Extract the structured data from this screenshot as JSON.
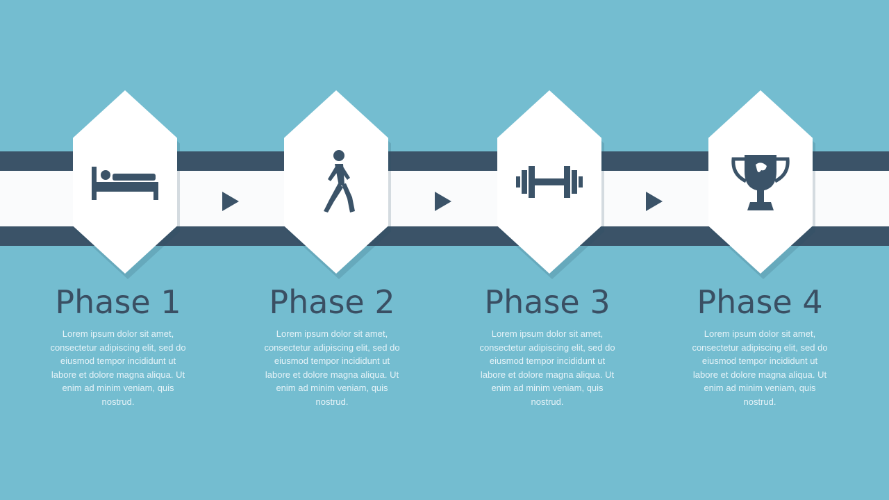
{
  "colors": {
    "background": "#74bdd0",
    "band_dark": "#3b5368",
    "band_light": "#fafbfc",
    "title": "#3a4f63",
    "body_text": "#e6f3f8"
  },
  "phases": [
    {
      "title": "Phase 1",
      "icon": "bed-icon",
      "body": "Lorem ipsum dolor sit amet, consectetur adipiscing elit, sed do eiusmod tempor incididunt ut labore et dolore magna aliqua. Ut enim ad minim veniam, quis nostrud."
    },
    {
      "title": "Phase 2",
      "icon": "walking-person-icon",
      "body": "Lorem ipsum dolor sit amet, consectetur adipiscing elit, sed do eiusmod tempor incididunt ut labore et dolore magna aliqua. Ut enim ad minim veniam, quis nostrud."
    },
    {
      "title": "Phase 3",
      "icon": "dumbbell-icon",
      "body": "Lorem ipsum dolor sit amet, consectetur adipiscing elit, sed do eiusmod tempor incididunt ut labore et dolore magna aliqua. Ut enim ad minim veniam, quis nostrud."
    },
    {
      "title": "Phase 4",
      "icon": "trophy-icon",
      "body": "Lorem ipsum dolor sit amet, consectetur adipiscing elit, sed do eiusmod tempor incididunt ut labore et dolore magna aliqua. Ut enim ad minim veniam, quis nostrud."
    }
  ]
}
